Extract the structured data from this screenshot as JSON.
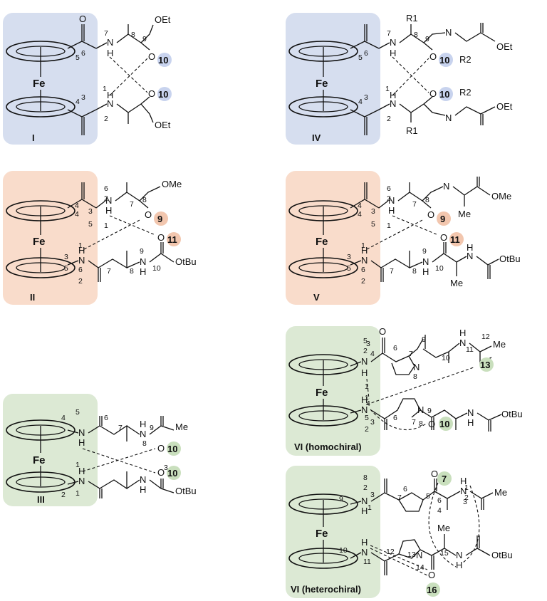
{
  "colors": {
    "blue": "#d6deef",
    "orange": "#f9dccb",
    "green": "#dce9d4"
  },
  "fe": "Fe",
  "panels": {
    "I": {
      "caption": "I",
      "atoms": {
        "o_et_top": "OEt",
        "o_et_bot": "OEt",
        "nh_top": "N",
        "nh_top_h": "H",
        "nh_bot_h": "H",
        "nh_bot": "N",
        "o_top": "O",
        "o_bot": "O"
      },
      "rings": [
        "10",
        "10"
      ],
      "nums": [
        "6",
        "7",
        "8",
        "9",
        "5",
        "1",
        "4",
        "3",
        "2"
      ]
    },
    "II": {
      "caption": "II",
      "atoms": {
        "ome": "OMe",
        "otbu": "OtBu",
        "h1": "H",
        "n2": "N",
        "h3": "H",
        "n4": "N",
        "n5": "N",
        "h6": "H",
        "o1": "O",
        "o2": "O"
      },
      "rings": [
        "9",
        "11"
      ],
      "nums": [
        "6",
        "2",
        "7",
        "8",
        "3",
        "4",
        "5",
        "1",
        "4",
        "1",
        "3",
        "5",
        "6",
        "2",
        "7",
        "8",
        "9",
        "10"
      ]
    },
    "III": {
      "caption": "III",
      "atoms": {
        "me1": "Me",
        "otbu": "OtBu",
        "n1": "N",
        "h1": "H",
        "h2": "H",
        "n2": "N",
        "h3": "H",
        "n3": "N",
        "h4": "H",
        "n4": "N",
        "o1": "O",
        "o2": "O"
      },
      "rings": [
        "10",
        "10"
      ],
      "nums": [
        "5",
        "6",
        "7",
        "9",
        "4",
        "8",
        "1",
        "1",
        "2",
        "3"
      ]
    },
    "IV": {
      "caption": "IV",
      "atoms": {
        "r1a": "R1",
        "r2a": "R2",
        "r1b": "R1",
        "r2b": "R2",
        "oet1": "OEt",
        "oet2": "OEt",
        "n1": "N",
        "h1": "H",
        "h2": "H",
        "n2": "N",
        "n3": "N",
        "h3": "H",
        "n4": "N",
        "h4": "H",
        "o1": "O",
        "o2": "O"
      },
      "rings": [
        "10",
        "10"
      ],
      "nums": [
        "6",
        "7",
        "8",
        "9",
        "5",
        "1",
        "4",
        "3",
        "2"
      ]
    },
    "V": {
      "caption": "V",
      "atoms": {
        "ome": "OMe",
        "me1": "Me",
        "me2": "Me",
        "otbu": "OtBu",
        "h1": "H",
        "n1": "N",
        "n2": "N",
        "h2": "H",
        "h3": "H",
        "n3": "N",
        "n4": "N",
        "h4": "H",
        "n5": "N",
        "h5": "H",
        "o1": "O",
        "o2": "O"
      },
      "rings": [
        "9",
        "11"
      ],
      "nums": [
        "6",
        "2",
        "7",
        "8",
        "3",
        "4",
        "5",
        "1",
        "4",
        "1",
        "3",
        "5",
        "6",
        "2",
        "7",
        "8",
        "9",
        "10"
      ]
    },
    "VIho": {
      "caption": "VI (homochiral)",
      "atoms": {
        "me": "Me",
        "otbu": "OtBu",
        "n1": "N",
        "h1": "H",
        "n2": "N",
        "n3": "N",
        "h3": "H",
        "n4": "N",
        "h4": "H",
        "n5": "N",
        "n6": "N",
        "h6": "H",
        "o1": "O",
        "o2": "O"
      },
      "rings": [
        "13",
        "10"
      ],
      "nums": [
        "5",
        "2",
        "3",
        "6",
        "9",
        "10",
        "11",
        "12",
        "4",
        "7",
        "8",
        "1",
        "1",
        "4",
        "5",
        "2",
        "3",
        "7",
        "6",
        "8",
        "9"
      ]
    },
    "VIhe": {
      "caption": "VI (heterochiral)",
      "atoms": {
        "me": "Me",
        "otbu": "OtBu",
        "n1": "N",
        "h1": "H",
        "n2": "N",
        "h2": "H",
        "h3": "H",
        "n3": "N",
        "n4": "N",
        "n5": "N",
        "h5": "H",
        "o1": "O",
        "o2": "O"
      },
      "rings": [
        "7",
        "16"
      ],
      "nums": [
        "8",
        "2",
        "3",
        "6",
        "5",
        "6",
        "4",
        "3",
        "1",
        "2",
        "9",
        "7",
        "1",
        "10",
        "11",
        "12",
        "13",
        "14",
        "15"
      ]
    }
  }
}
